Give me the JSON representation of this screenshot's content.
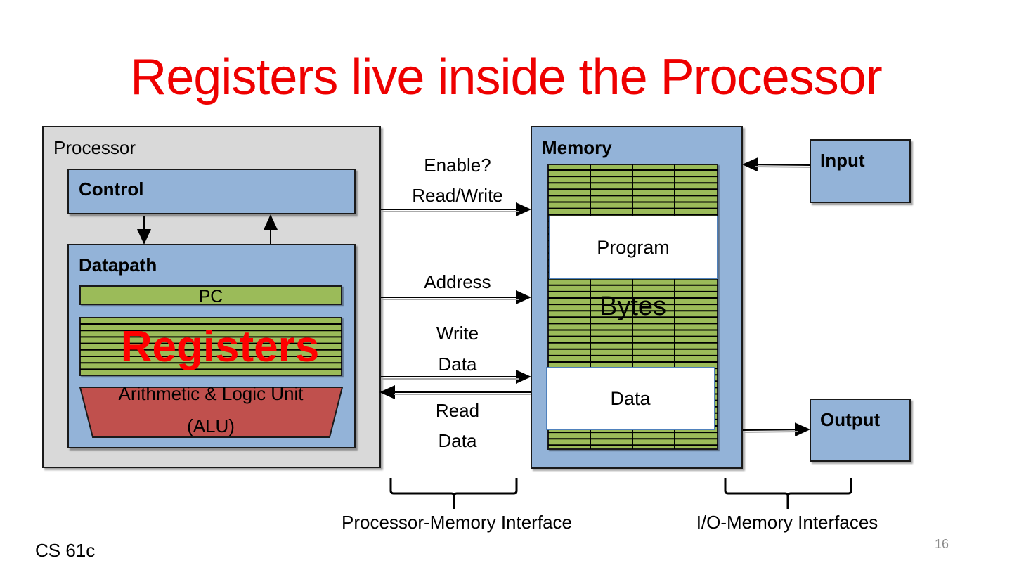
{
  "slide": {
    "title": "Registers live inside the Processor",
    "footer_left": "CS 61c",
    "page_number": "16"
  },
  "processor": {
    "label": "Processor",
    "control": {
      "label": "Control"
    },
    "datapath": {
      "label": "Datapath",
      "pc_label": "PC",
      "registers_label": "Registers",
      "alu_label_line1": "Arithmetic & Logic Unit",
      "alu_label_line2": "(ALU)"
    }
  },
  "memory": {
    "label": "Memory",
    "program_label": "Program",
    "bytes_label": "Bytes",
    "data_label": "Data"
  },
  "signals": {
    "enable_line1": "Enable?",
    "enable_line2": "Read/Write",
    "address": "Address",
    "write_data_line1": "Write",
    "write_data_line2": "Data",
    "read_data_line1": "Read",
    "read_data_line2": "Data"
  },
  "io": {
    "input_label": "Input",
    "output_label": "Output"
  },
  "interfaces": {
    "processor_memory": "Processor-Memory Interface",
    "io_memory": "I/O-Memory Interfaces"
  },
  "colors": {
    "title": "#ee0000",
    "block_blue": "#93b3d8",
    "register_green": "#9bbb59",
    "alu_red": "#c0504d",
    "processor_gray": "#d9d9d9"
  }
}
